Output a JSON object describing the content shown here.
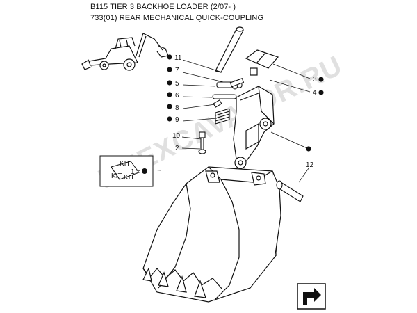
{
  "header": {
    "model_line": "B115 TIER 3 BACKHOE LOADER (2/07- )",
    "section_line": "733(01) REAR MECHANICAL QUICK-COUPLING"
  },
  "callouts": {
    "c11": "11",
    "c7": "7",
    "c5": "5",
    "c6": "6",
    "c8": "8",
    "c9": "9",
    "c10": "10",
    "c2": "2",
    "c3": "3",
    "c4": "4",
    "c12": "12",
    "c1": "1"
  },
  "kit": {
    "label": "KIT",
    "eq": "="
  },
  "watermark": {
    "text": "MYEXCAVATOR.RU"
  },
  "icons": {
    "machine": "backhoe-loader-icon",
    "nav": "next-page-arrow-icon"
  }
}
